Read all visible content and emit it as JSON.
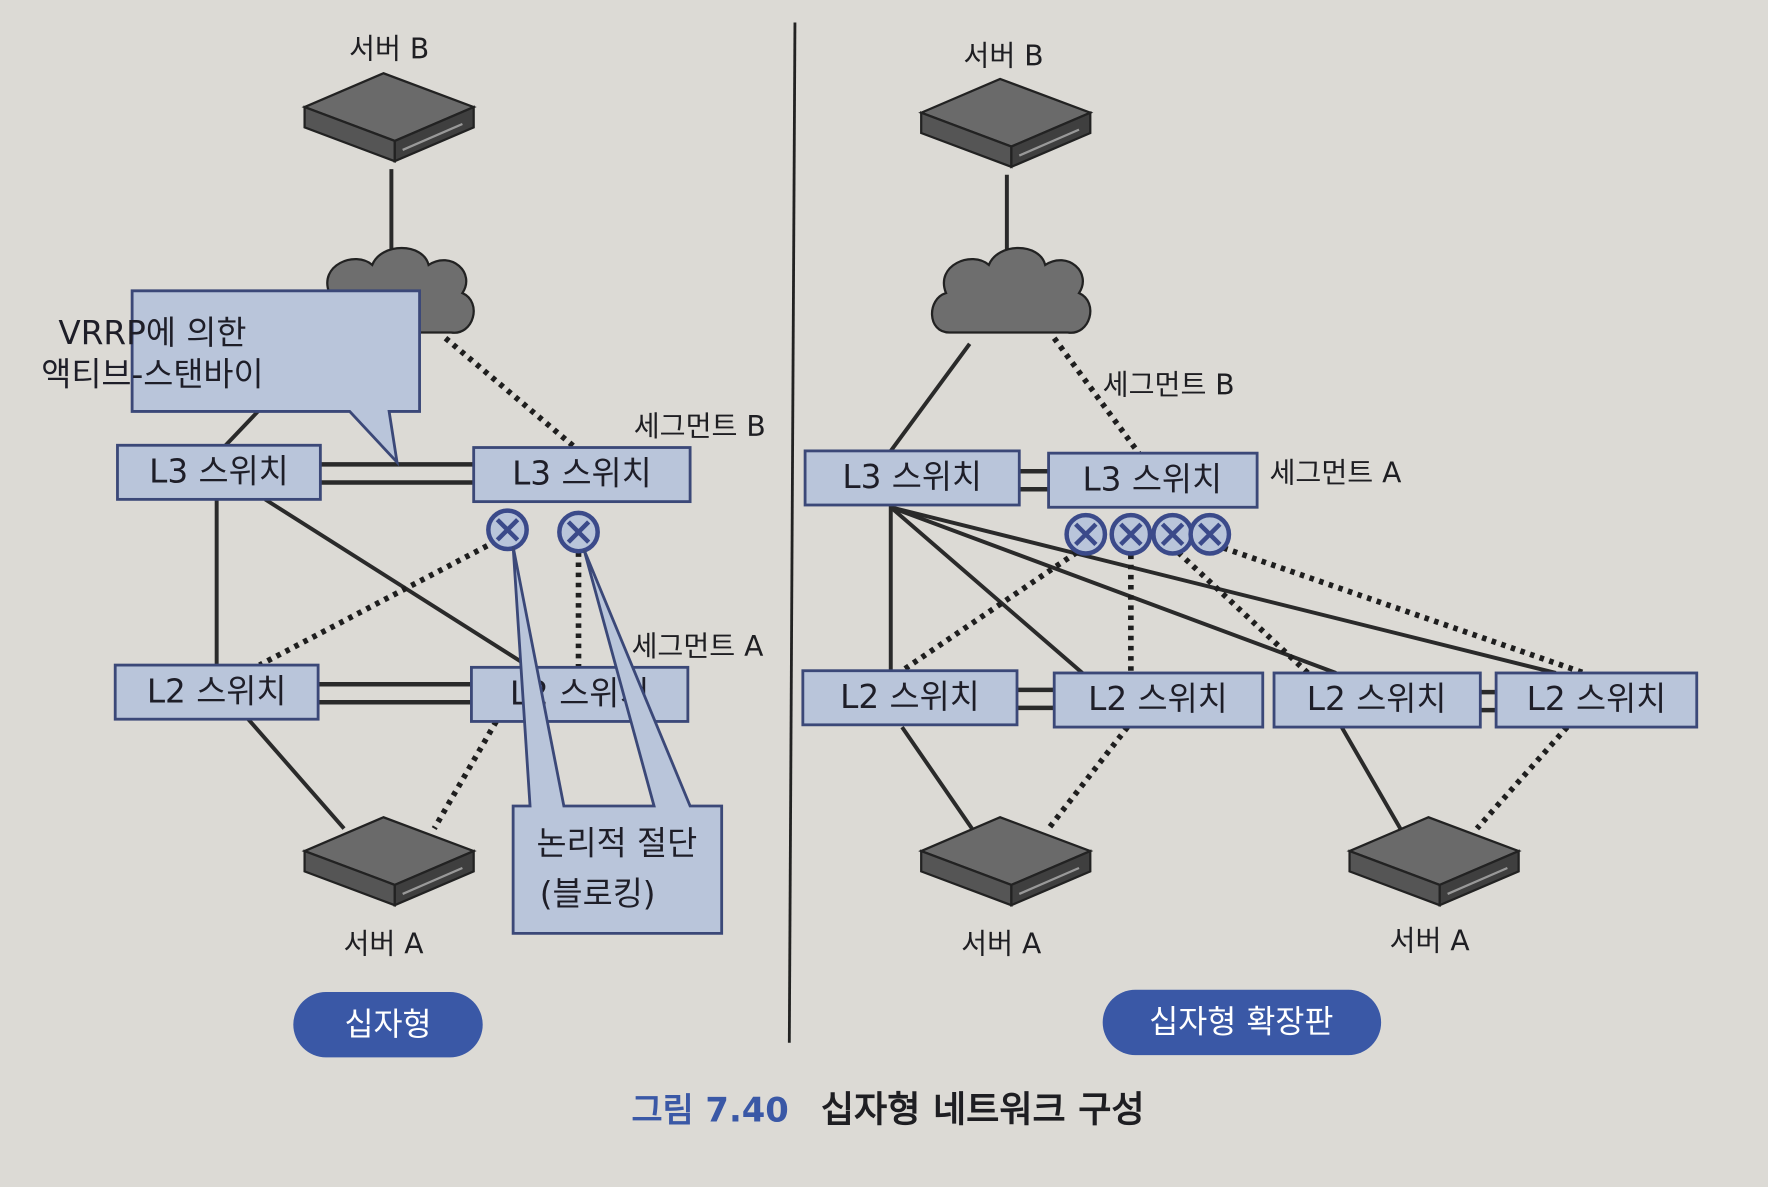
{
  "left": {
    "server_b": "서버 B",
    "server_a": "서버 A",
    "segment_b": "세그먼트 B",
    "segment_a": "세그먼트 A",
    "l3": "L3 스위치",
    "l2": "L2 스위치",
    "callout_vrrp": [
      "VRRP에 의한",
      "액티브-스탠바이"
    ],
    "callout_block": [
      "논리적 절단",
      "(블로킹)"
    ],
    "badge": "십자형"
  },
  "right": {
    "server_b": "서버 B",
    "server_a": "서버 A",
    "segment_b": "세그먼트 B",
    "segment_a": "세그먼트 A",
    "l3": "L3 스위치",
    "l2": "L2 스위치",
    "badge": "십자형 확장판"
  },
  "caption": {
    "number": "그림 7.40",
    "title": "십자형 네트워크 구성"
  },
  "colors": {
    "accent": "#3a58a6",
    "box_fill": "#b9c5da",
    "box_border": "#3b4878"
  }
}
